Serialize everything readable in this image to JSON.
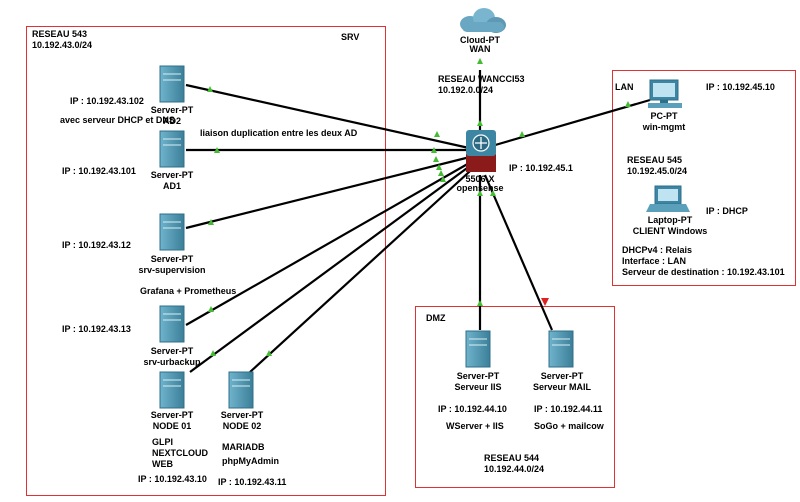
{
  "zones": {
    "srv": {
      "title": "RESEAU 543",
      "subnet": "10.192.43.0/24",
      "tag": "SRV"
    },
    "lan": {
      "tag": "LAN",
      "title": "RESEAU 545",
      "subnet": "10.192.45.0/24"
    },
    "dmz": {
      "tag": "DMZ",
      "title": "RESEAU 544",
      "subnet": "10.192.44.0/24"
    }
  },
  "wan": {
    "cloud_type": "Cloud-PT",
    "cloud_name": "WAN",
    "network": "RESEAU WANCCI53",
    "subnet": "10.192.0.0/24"
  },
  "router": {
    "type": "5506-X",
    "name": "opensense",
    "ip": "IP : 10.192.45.1"
  },
  "srv_nodes": {
    "ad2": {
      "type": "Server-PT",
      "name": "AD2",
      "ip": "IP : 10.192.43.102",
      "note": "avec serveur DHCP et DNS"
    },
    "ad1": {
      "type": "Server-PT",
      "name": "AD1",
      "ip": "IP : 10.192.43.101"
    },
    "link_label": "liaison duplication entre les deux AD",
    "supervision": {
      "type": "Server-PT",
      "name": "srv-supervision",
      "ip": "IP : 10.192.43.12",
      "note": "Grafana + Prometheus"
    },
    "backup": {
      "type": "Server-PT",
      "name": "srv-urbackup",
      "ip": "IP : 10.192.43.13"
    },
    "node01": {
      "type": "Server-PT",
      "name": "NODE 01",
      "apps": [
        "GLPI",
        "NEXTCLOUD",
        "WEB"
      ],
      "ip": "IP : 10.192.43.10"
    },
    "node02": {
      "type": "Server-PT",
      "name": "NODE 02",
      "apps": [
        "MARIADB",
        "phpMyAdmin"
      ],
      "ip": "IP : 10.192.43.11"
    }
  },
  "lan_nodes": {
    "pc": {
      "type": "PC-PT",
      "name": "win-mgmt",
      "ip": "IP : 10.192.45.10"
    },
    "laptop": {
      "type": "Laptop-PT",
      "name": "CLIENT Windows",
      "ip": "IP : DHCP"
    },
    "dhcp": [
      "DHCPv4 : Relais",
      "Interface : LAN",
      "Serveur de destination : 10.192.43.101"
    ]
  },
  "dmz_nodes": {
    "iis": {
      "type": "Server-PT",
      "name": "Serveur IIS",
      "ip": "IP : 10.192.44.10",
      "note": "WServer + IIS"
    },
    "mail": {
      "type": "Server-PT",
      "name": "Serveur MAIL",
      "ip": "IP : 10.192.44.11",
      "note": "SoGo + mailcow"
    }
  },
  "colors": {
    "zone_border": "#dd3333",
    "link_up": "#44bb33",
    "link_down": "#dd2222",
    "device": "#4f9bb5",
    "device_dark": "#2f6f88"
  }
}
